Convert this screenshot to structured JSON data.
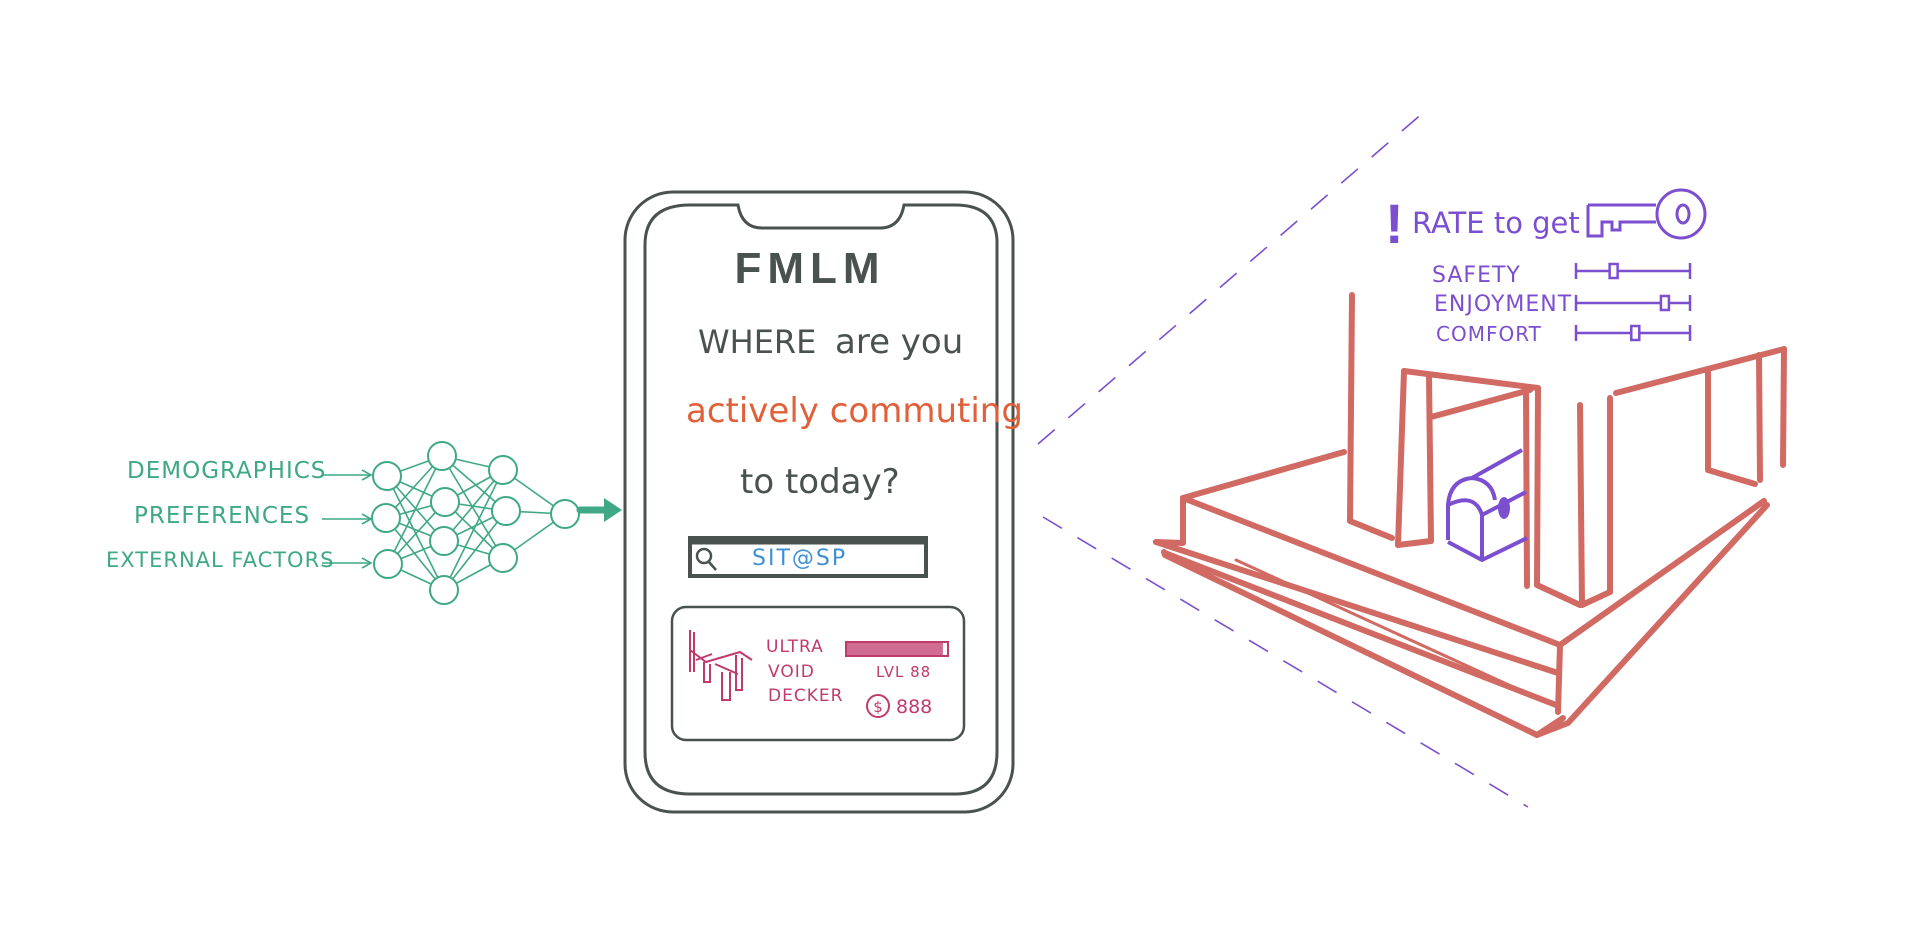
{
  "colors": {
    "green": "#3fa886",
    "phone": "#4a5250",
    "orange": "#e0603a",
    "blue": "#3d8fd6",
    "magenta": "#c03a6e",
    "brick": "#d06a62",
    "purple": "#7b4fd0"
  },
  "inputs": [
    "DEMOGRAPHICS",
    "PREFERENCES",
    "EXTERNAL FACTORS"
  ],
  "app": {
    "title": "FMLM",
    "question_line1_a": "WHERE",
    "question_line1_b": "are you",
    "question_line2": "actively commuting",
    "question_line3": "to today?",
    "search_value": "SIT@SP",
    "card": {
      "name_lines": [
        "ULTRA",
        "VOID",
        "DECKER"
      ],
      "level": "LVL 88",
      "level_progress": 0.95,
      "coins": "888",
      "coin_symbol": "$"
    }
  },
  "rating": {
    "alert": "!",
    "prompt": "RATE to get",
    "sliders": [
      {
        "label": "SAFETY",
        "value": 0.33
      },
      {
        "label": "ENJOYMENT",
        "value": 0.78
      },
      {
        "label": "COMFORT",
        "value": 0.52
      }
    ]
  },
  "icons": [
    "neural-network-icon",
    "arrow-right-icon",
    "search-icon",
    "void-deck-icon",
    "coin-icon",
    "key-icon",
    "treasure-chest-icon"
  ]
}
